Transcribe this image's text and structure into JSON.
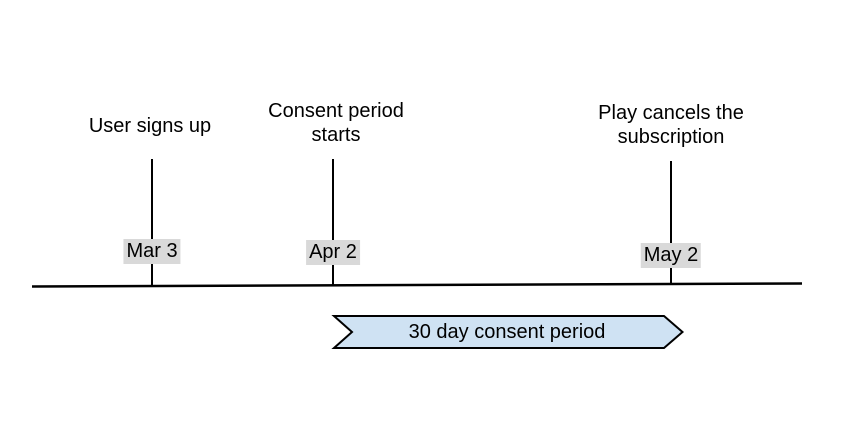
{
  "colors": {
    "background": "#ffffff",
    "timeline_line": "#000000",
    "tick": "#000000",
    "date_label_bg": "#d9d9d9",
    "banner_fill": "#cfe2f3",
    "banner_border": "#000000",
    "text": "#000000"
  },
  "timeline": {
    "events": [
      {
        "label": "User signs up",
        "date": "Mar 3"
      },
      {
        "label": "Consent period\nstarts",
        "date": "Apr 2"
      },
      {
        "label": "Play cancels the\nsubscription",
        "date": "May 2"
      }
    ],
    "banner": {
      "label": "30 day consent period"
    }
  }
}
